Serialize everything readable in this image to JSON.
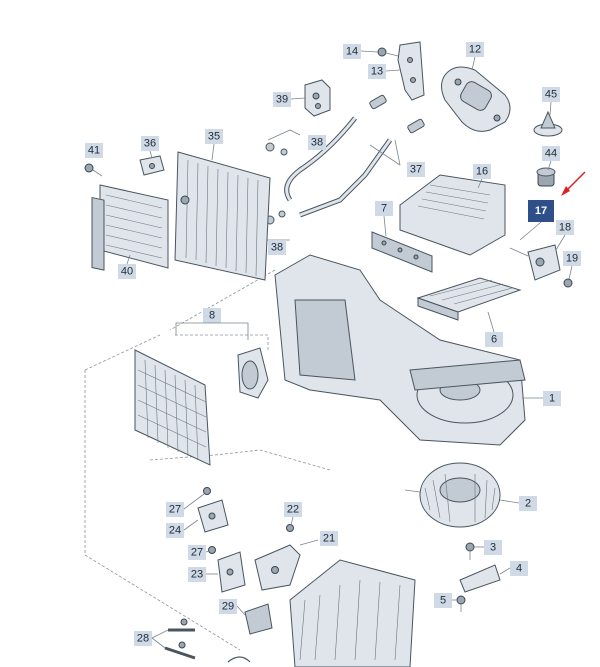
{
  "diagram": {
    "highlighted_part": "17",
    "accent_color": "#2f4f8a",
    "arrow_color": "#e02020",
    "labels": {
      "p1": "1",
      "p2": "2",
      "p3": "3",
      "p4": "4",
      "p5": "5",
      "p6": "6",
      "p7": "7",
      "p8": "8",
      "p12": "12",
      "p13": "13",
      "p14": "14",
      "p16": "16",
      "p17": "17",
      "p18": "18",
      "p19": "19",
      "p21": "21",
      "p22": "22",
      "p23": "23",
      "p24": "24",
      "p27a": "27",
      "p27b": "27",
      "p28": "28",
      "p29": "29",
      "p35": "35",
      "p36": "36",
      "p37": "37",
      "p38a": "38",
      "p38b": "38",
      "p39": "39",
      "p40": "40",
      "p41": "41",
      "p44": "44",
      "p45": "45"
    }
  }
}
